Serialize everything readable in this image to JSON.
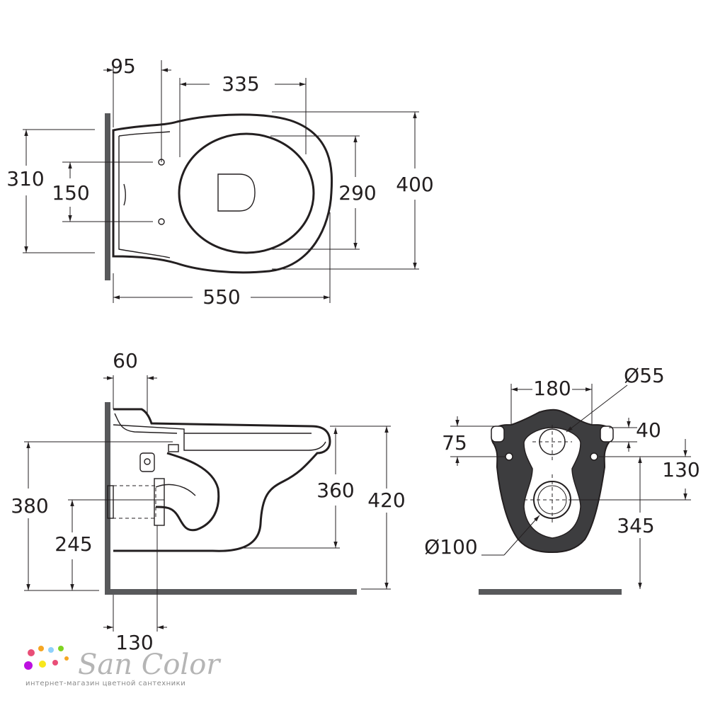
{
  "top_view": {
    "dim_95": "95",
    "dim_335": "335",
    "dim_310": "310",
    "dim_150": "150",
    "dim_290": "290",
    "dim_400": "400",
    "dim_550": "550"
  },
  "side_view": {
    "dim_60": "60",
    "dim_380": "380",
    "dim_245": "245",
    "dim_360": "360",
    "dim_420": "420",
    "dim_130": "130"
  },
  "back_view": {
    "dim_180": "180",
    "dim_d55": "Ø55",
    "dim_75": "75",
    "dim_40": "40",
    "dim_130": "130",
    "dim_345": "345",
    "dim_d100": "Ø100"
  },
  "logo": {
    "brand": "San Color",
    "tagline": "интернет-магазин цветной сантехники",
    "dot_colors": [
      "#e94e77",
      "#f5a623",
      "#8ed1fc",
      "#7ed321",
      "#bd10e0",
      "#f8e71c"
    ]
  }
}
